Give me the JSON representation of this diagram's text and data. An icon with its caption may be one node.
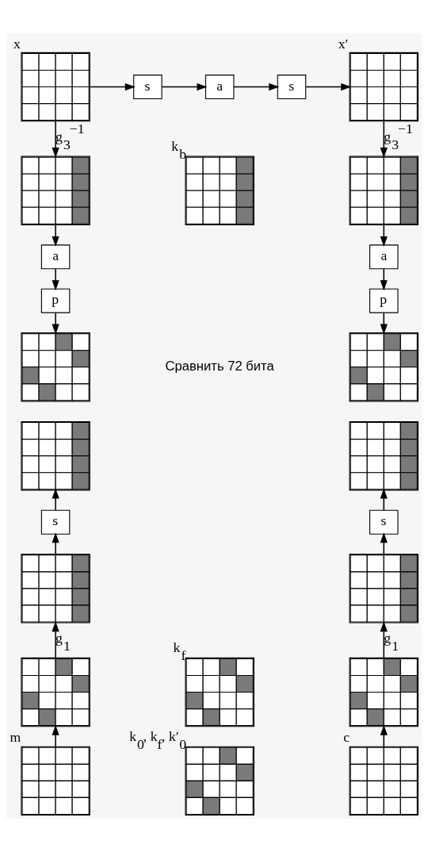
{
  "diagram": {
    "nodes": [
      {
        "text": [],
        "shape": "grid",
        "beside": [
          "x"
        ]
      },
      {
        "text": [
          "s"
        ]
      },
      {
        "text": [
          "a"
        ]
      },
      {
        "text": [
          "s"
        ]
      },
      {
        "text": [],
        "shape": "grid",
        "beside": [
          "x′"
        ]
      },
      {
        "text": [],
        "shape": "grid",
        "beside": [
          "k$_{b}$"
        ]
      },
      {
        "text": [],
        "shape": "grid"
      },
      {
        "text": [],
        "shape": "grid"
      },
      {
        "text": [
          "a"
        ]
      },
      {
        "text": [
          "a"
        ]
      },
      {
        "text": [
          "p"
        ]
      },
      {
        "text": [
          "p"
        ]
      },
      {
        "text": [],
        "shape": "grid"
      },
      {
        "text": [],
        "shape": "grid"
      },
      {
        "text": [],
        "shape": "grid"
      },
      {
        "text": [],
        "shape": "grid"
      },
      {
        "text": [
          "s"
        ]
      },
      {
        "text": [
          "s"
        ]
      },
      {
        "text": [],
        "shape": "grid"
      },
      {
        "text": [],
        "shape": "grid"
      },
      {
        "text": [],
        "shape": "grid",
        "beside": [
          "k$_{f}$"
        ]
      },
      {
        "text": [],
        "shape": "grid"
      },
      {
        "text": [],
        "shape": "grid"
      },
      {
        "text": [],
        "shape": "grid",
        "beside": [
          "k$_{0}$, k$_{f}$, k′$_{0}$"
        ]
      },
      {
        "text": [],
        "shape": "grid",
        "beside": [
          "m"
        ]
      },
      {
        "text": [],
        "shape": "grid",
        "beside": [
          "c"
        ]
      }
    ],
    "edges": [
      {
        "from": 0,
        "to": 1,
        "arrow": "to"
      },
      {
        "from": 1,
        "to": 2,
        "arrow": "to"
      },
      {
        "from": 2,
        "to": 3,
        "arrow": "to"
      },
      {
        "from": 3,
        "to": 4,
        "arrow": "to"
      },
      {
        "from": 0,
        "to": 6,
        "arrow": "to",
        "label": "g$_{3}$$^{−1}$"
      },
      {
        "from": 6,
        "to": 8,
        "arrow": "to"
      },
      {
        "from": 8,
        "to": 10,
        "arrow": "to"
      },
      {
        "from": 10,
        "to": 12,
        "arrow": "to"
      },
      {
        "from": 4,
        "to": 7,
        "arrow": "to",
        "label": "g$_{3}$$^{−1}$"
      },
      {
        "from": 7,
        "to": 9,
        "arrow": "to"
      },
      {
        "from": 9,
        "to": 11,
        "arrow": "to"
      },
      {
        "from": 11,
        "to": 13,
        "arrow": "to"
      },
      {
        "from": 16,
        "to": 14,
        "arrow": "to"
      },
      {
        "from": 18,
        "to": 16,
        "arrow": "to"
      },
      {
        "from": 21,
        "to": 18,
        "arrow": "to",
        "label": "g$_{1}$"
      },
      {
        "from": 24,
        "to": 21,
        "arrow": "to"
      },
      {
        "from": 17,
        "to": 15,
        "arrow": "to"
      },
      {
        "from": 19,
        "to": 17,
        "arrow": "to"
      },
      {
        "from": 22,
        "to": 19,
        "arrow": "to",
        "label": "g$_{1}$"
      },
      {
        "from": 25,
        "to": 22,
        "arrow": "to"
      }
    ],
    "labels": [
      "Сравнить 72 бита"
    ]
  }
}
